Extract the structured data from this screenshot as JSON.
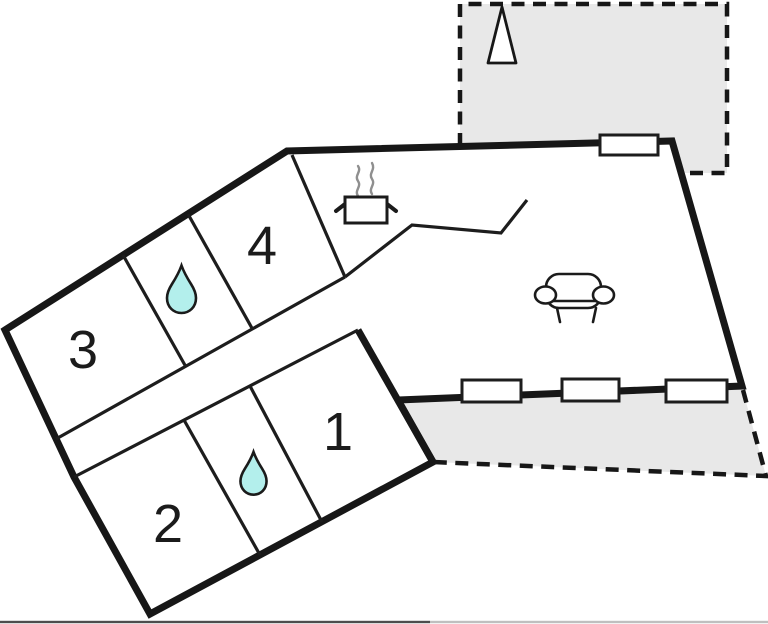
{
  "plan": {
    "type": "floor-plan",
    "rooms": [
      {
        "id": "1",
        "label": "1"
      },
      {
        "id": "2",
        "label": "2"
      },
      {
        "id": "3",
        "label": "3"
      },
      {
        "id": "4",
        "label": "4"
      }
    ],
    "symbols": [
      {
        "name": "tree-icon",
        "meaning": "tree on terrace",
        "count": 1
      },
      {
        "name": "stove-pot-icon",
        "meaning": "kitchen / cooking pot with steam",
        "count": 1
      },
      {
        "name": "sofa-icon",
        "meaning": "living room sofa",
        "count": 1
      },
      {
        "name": "water-drop-icon",
        "meaning": "bathroom / water",
        "count": 2
      },
      {
        "name": "window",
        "meaning": "window opening in wall",
        "count": 4
      },
      {
        "name": "terrace",
        "meaning": "outdoor terrace (dashed, shaded)",
        "count": 2
      }
    ],
    "colors": {
      "background": "#ffffff",
      "walls": "#171717",
      "terrace": "#e8e8e8",
      "water_drop": "#b3efec",
      "steam": "#8f8f8f"
    }
  }
}
